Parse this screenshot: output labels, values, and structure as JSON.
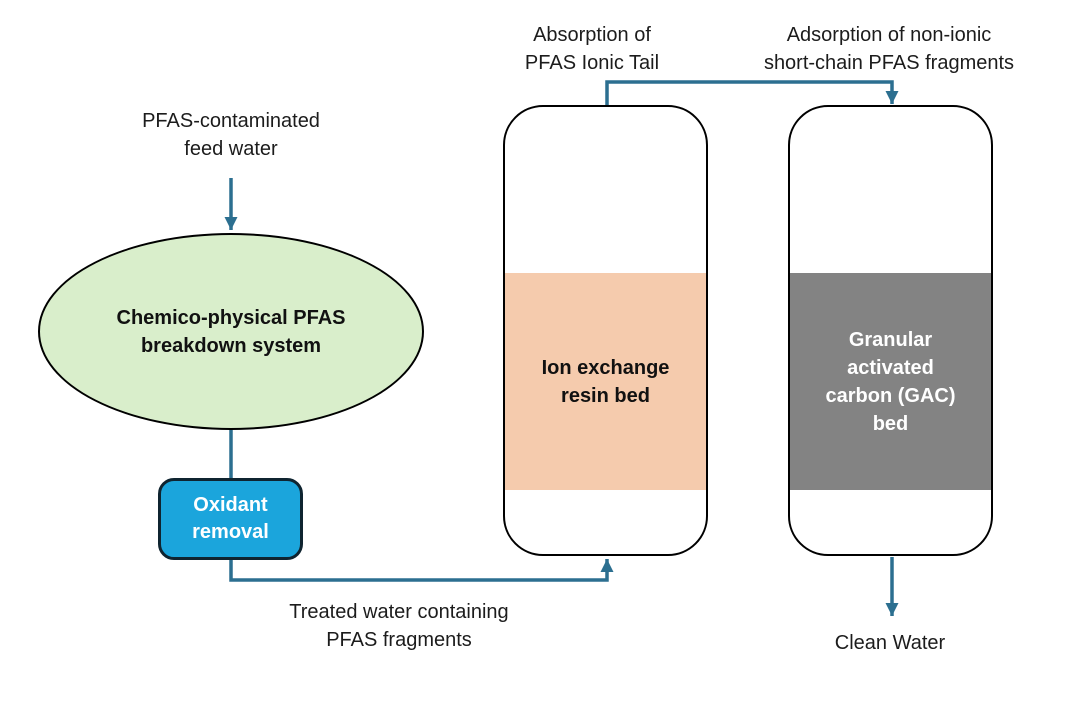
{
  "colors": {
    "arrow": "#2c6f90",
    "ellipse_fill": "#d9eecb",
    "resin_fill": "#f5cbad",
    "gac_fill": "#838383",
    "oxidant_fill": "#1ba5dc",
    "oxidant_border": "#0f2430",
    "outline": "#000000",
    "text_dark": "#1c1c1c",
    "shape_text_dark": "#111111",
    "text_light": "#ffffff",
    "bg": "#ffffff"
  },
  "labels": {
    "feed_water": "PFAS-contaminated\nfeed water",
    "treated_water": "Treated water containing\nPFAS fragments",
    "absorption": "Absorption of\nPFAS Ionic Tail",
    "adsorption": "Adsorption of non-ionic\nshort-chain PFAS fragments",
    "clean_water": "Clean Water"
  },
  "nodes": {
    "breakdown_system": "Chemico-physical PFAS\nbreakdown system",
    "oxidant_removal": "Oxidant\nremoval",
    "ion_exchange_bed": "Ion exchange\nresin bed",
    "gac_bed": "Granular\nactivated\ncarbon (GAC)\nbed"
  }
}
